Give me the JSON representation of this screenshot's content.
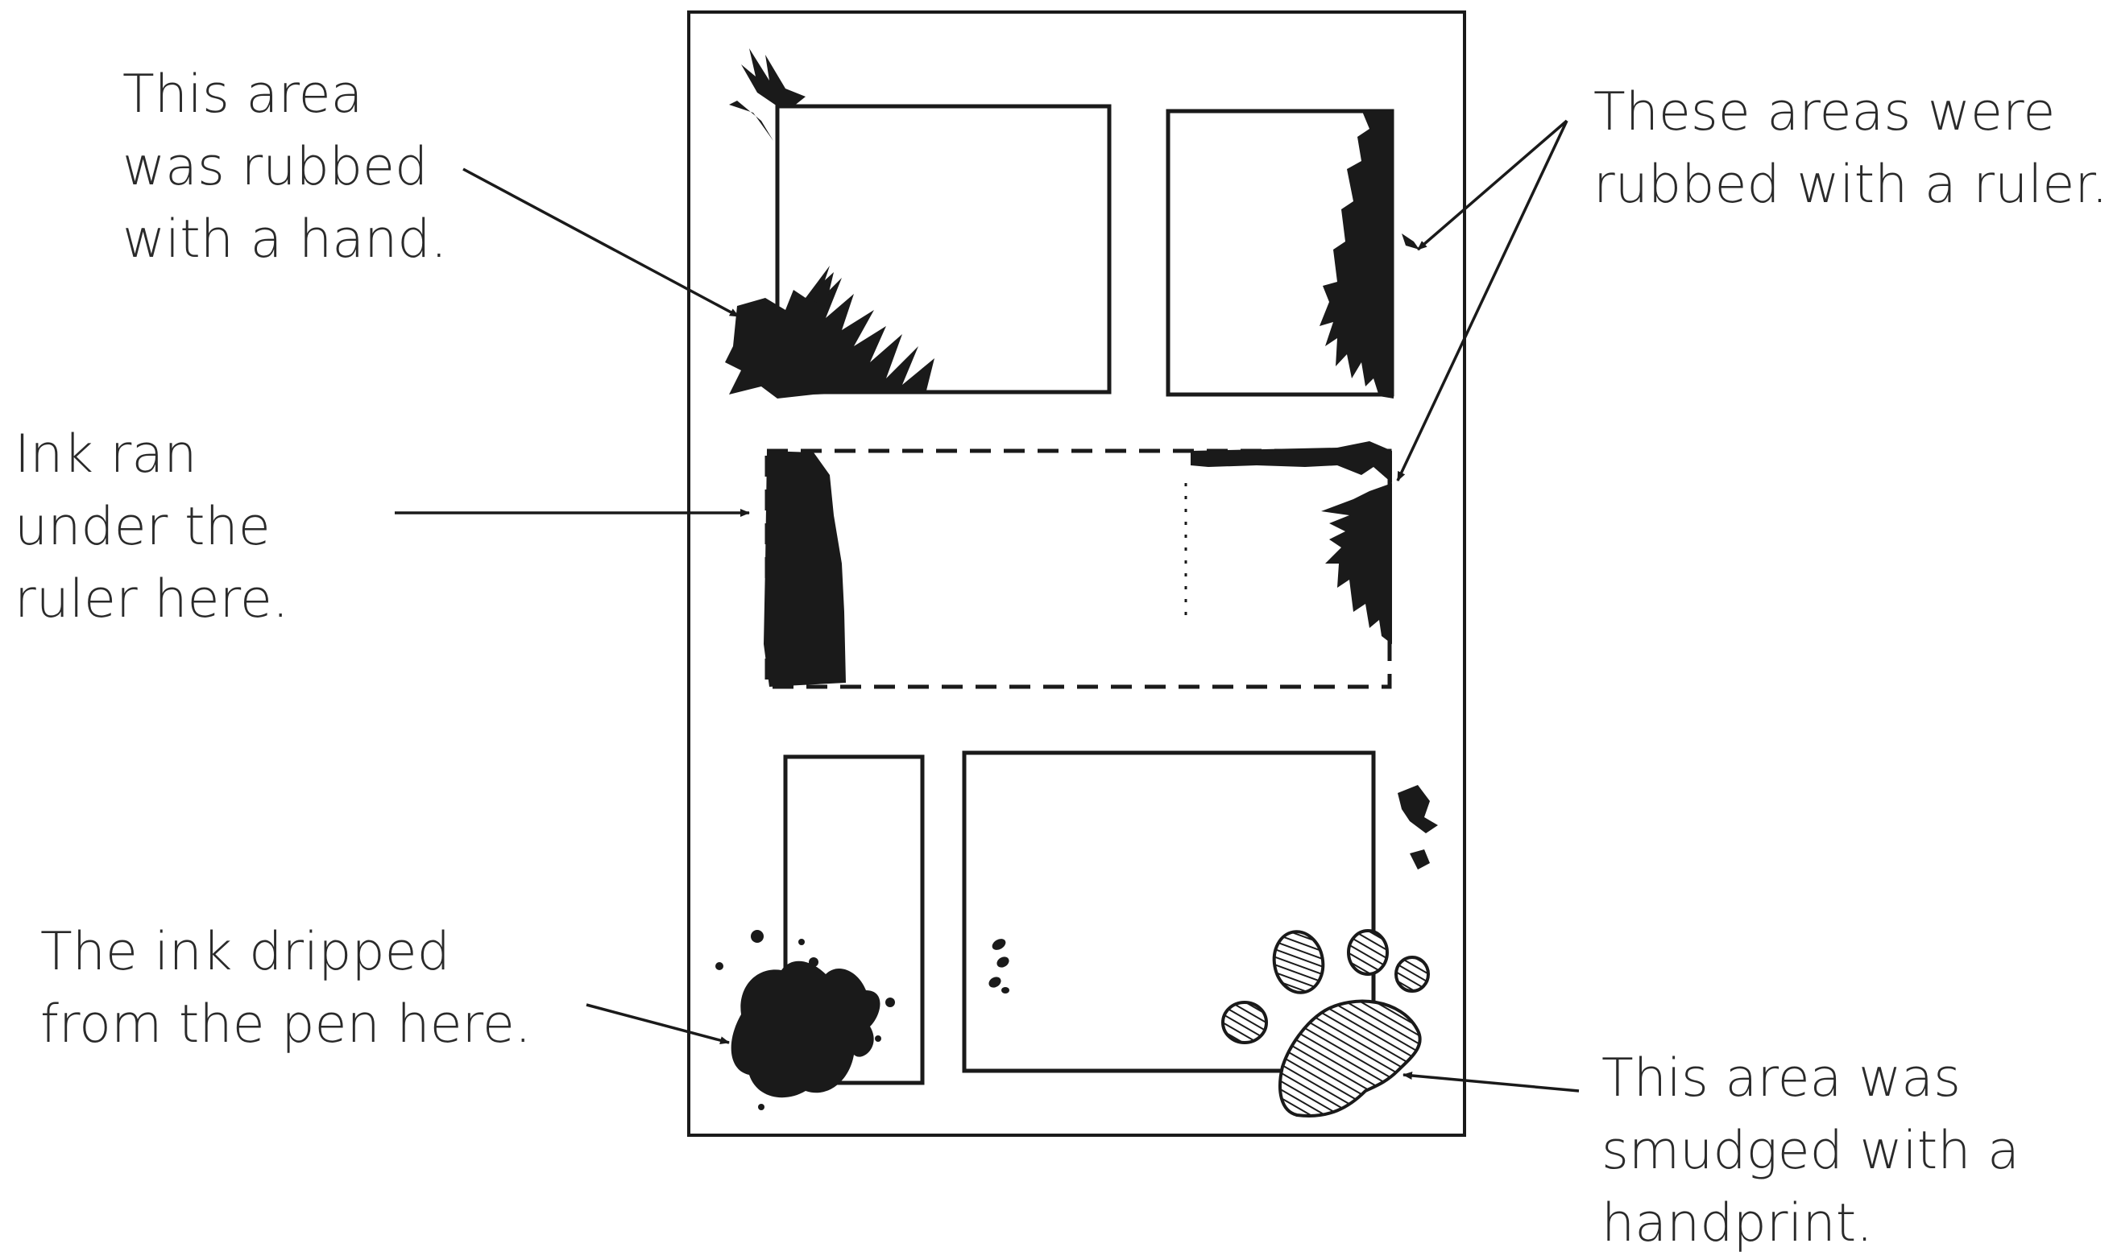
{
  "annotations": {
    "rubbed_hand": [
      "This area",
      "was rubbed",
      "with a hand."
    ],
    "rubbed_ruler": [
      "These areas were",
      "rubbed with a ruler."
    ],
    "ink_ran": [
      "Ink ran",
      "under the",
      "ruler here."
    ],
    "ink_dripped": [
      "The ink dripped",
      "from the pen here."
    ],
    "handprint": [
      "This area was",
      "smudged with a",
      "handprint."
    ]
  },
  "colors": {
    "ink": "#1a1a1a",
    "paper": "#ffffff",
    "text": "#2a2a2a"
  }
}
